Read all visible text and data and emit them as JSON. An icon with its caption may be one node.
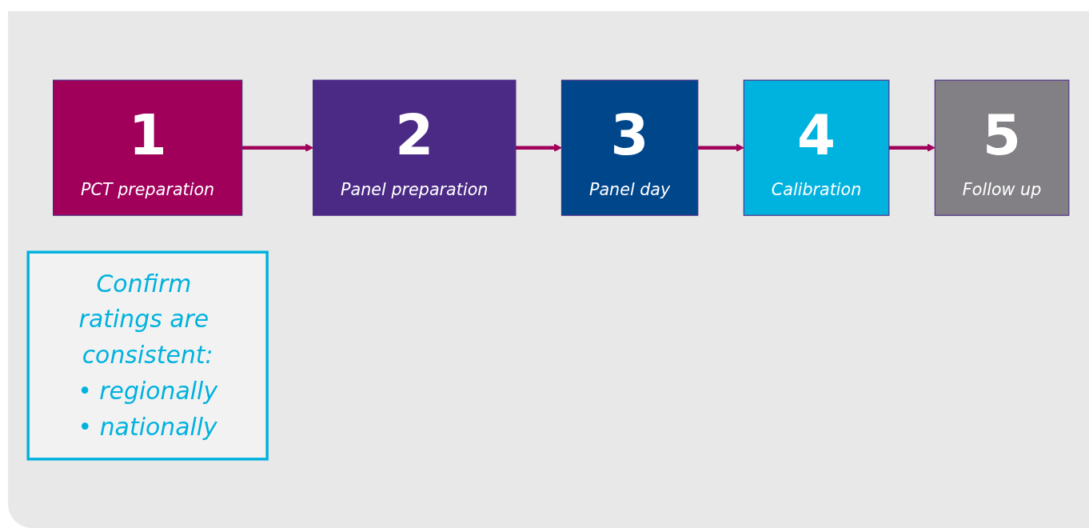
{
  "diagram": {
    "nodes": [
      {
        "text": [
          "1",
          "PCT preparation"
        ]
      },
      {
        "text": [
          "2",
          "Panel preparation"
        ]
      },
      {
        "text": [
          "3",
          "Panel day"
        ]
      },
      {
        "text": [
          "4",
          "Calibration"
        ]
      },
      {
        "text": [
          "5",
          "Follow up"
        ]
      },
      {
        "text": [
          "Confirm ratings are consistent:",
          "• regionally",
          "• nationally"
        ]
      }
    ],
    "edges": [
      {
        "from": 0,
        "to": 1,
        "arrow": "to",
        "color": "#a0005a"
      },
      {
        "from": 1,
        "to": 2,
        "arrow": "to",
        "color": "#a0005a"
      },
      {
        "from": 2,
        "to": 3,
        "arrow": "to",
        "color": "#a0005a"
      },
      {
        "from": 3,
        "to": 4,
        "arrow": "to",
        "color": "#a0005a"
      }
    ]
  }
}
